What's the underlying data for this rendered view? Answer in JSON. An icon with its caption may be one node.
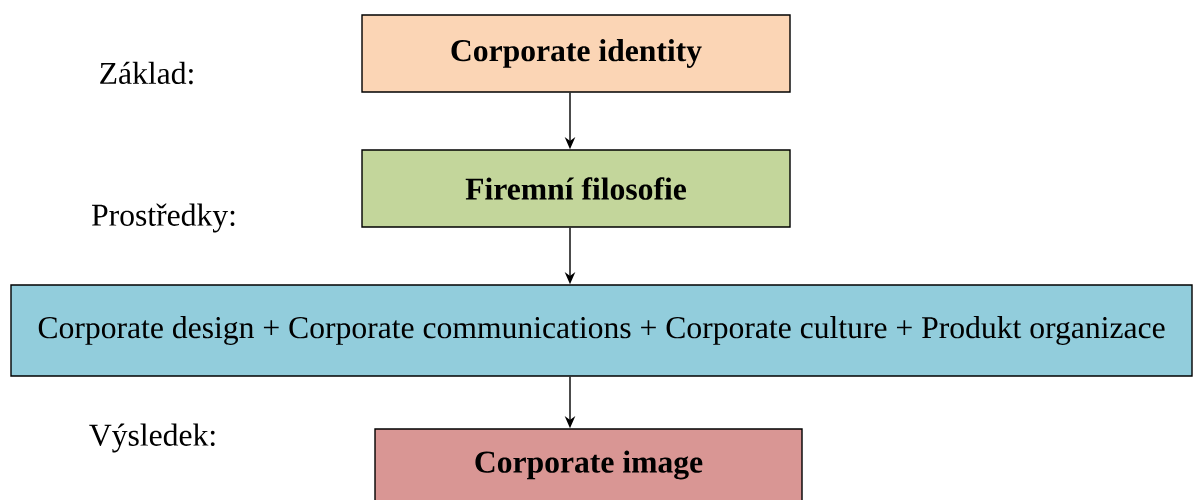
{
  "diagram": {
    "nodes": [
      {
        "text": [
          "Corporate identity"
        ]
      },
      {
        "text": [
          "Firemní filosofie"
        ]
      },
      {
        "text": [
          "Corporate design + Corporate communications + Corporate culture + Produkt organizace"
        ]
      },
      {
        "text": [
          "Corporate image"
        ]
      }
    ],
    "edges": [
      {
        "from": 0,
        "to": 1,
        "arrow": "to"
      },
      {
        "from": 1,
        "to": 2,
        "arrow": "to"
      },
      {
        "from": 2,
        "to": 3,
        "arrow": "to"
      }
    ],
    "labels": [
      "Základ:",
      "Prostředky:",
      "Výsledek:"
    ]
  }
}
